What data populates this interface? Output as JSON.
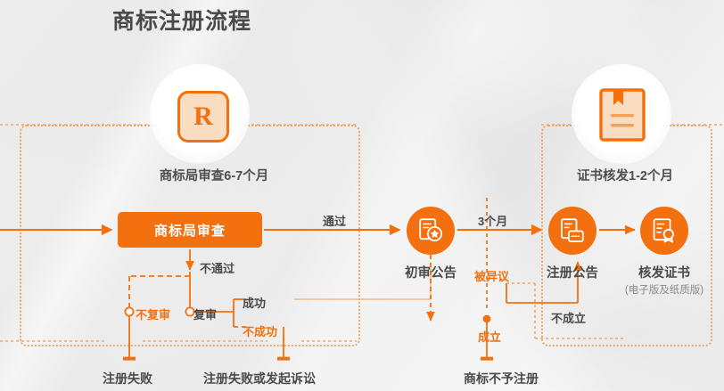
{
  "page": {
    "title": "商标注册流程",
    "accent_color": "#F4700E",
    "accent_light": "#F0A765",
    "text_color": "#4A4A4A",
    "background_color": "#F2F2F2"
  },
  "groups": [
    {
      "id": "examination",
      "caption": "商标局审查6-7个月",
      "icon": "r-trademark-icon"
    },
    {
      "id": "certificate",
      "caption": "证书核发1-2个月",
      "icon": "certificate-book-icon"
    }
  ],
  "nodes": {
    "main_box": {
      "label": "商标局审查"
    },
    "chushen": {
      "label": "初审公告",
      "icon": "document-seal-icon"
    },
    "zhuce": {
      "label": "注册公告",
      "icon": "document-stack-icon"
    },
    "zhengshu": {
      "label": "核发证书",
      "sublabel": "(电子版及纸质版)",
      "icon": "certificate-award-icon"
    }
  },
  "edge_labels": {
    "tongguo": "通过",
    "three_months": "3个月",
    "butongguo": "不通过",
    "bufushen": "不复审",
    "fushen": "复审",
    "chenggong": "成功",
    "buchenggong": "不成功",
    "beiyiyi": "被异议",
    "chengli": "成立",
    "buchengli": "不成立"
  },
  "results": {
    "fail_register": "注册失败",
    "fail_or_litigate": "注册失败或发起诉讼",
    "no_register": "商标不予注册"
  }
}
